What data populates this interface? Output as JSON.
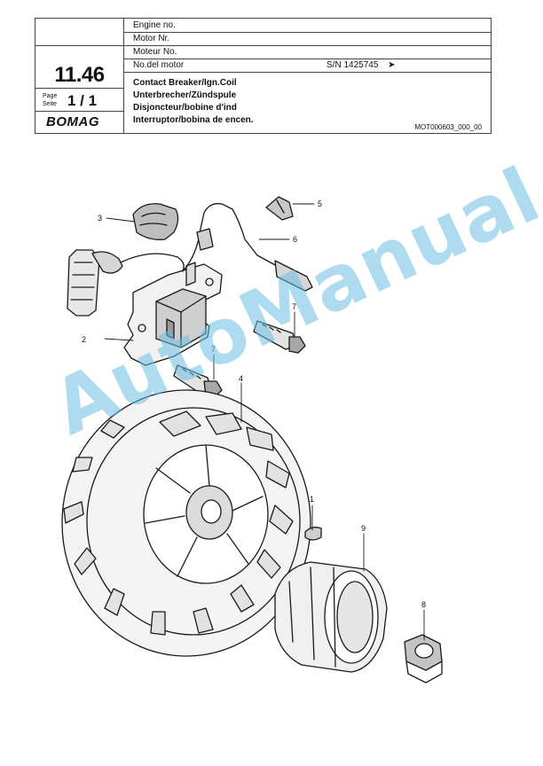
{
  "header": {
    "rows": [
      "Engine no.",
      "Motor Nr.",
      "Moteur No.",
      "No.del motor"
    ],
    "serial": "S/N 1425745",
    "arrow": "➤",
    "section_number": "11.46",
    "page_label_1": "Page",
    "page_label_2": "Seite",
    "page_value": "1 / 1",
    "brand": "BOMAG",
    "titles": [
      "Contact Breaker/Ign.Coil",
      "Unterbrecher/Zündspule",
      "Disjoncteur/bobine d'ind",
      "Interruptor/bobina de encen."
    ],
    "document_id": "MOT000603_000_00"
  },
  "callouts": {
    "c1": "1",
    "c2": "2",
    "c3": "3",
    "c4": "4",
    "c5": "5",
    "c6": "6",
    "c7a": "7",
    "c7b": "7",
    "c8": "8",
    "c9": "9"
  },
  "watermark": "AutoManual"
}
